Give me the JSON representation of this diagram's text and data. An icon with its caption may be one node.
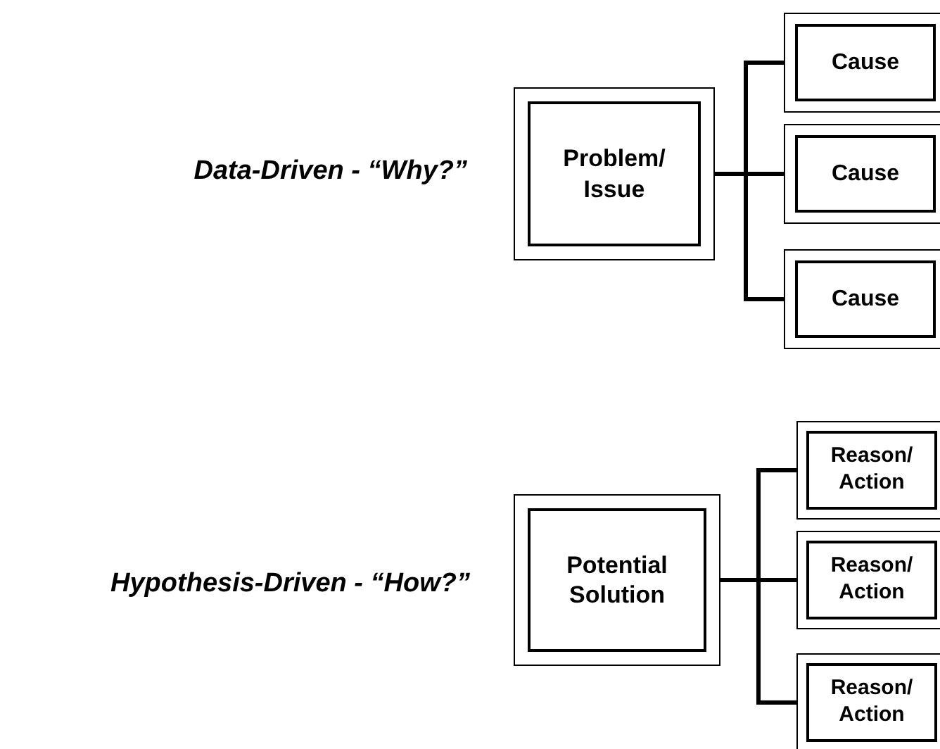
{
  "diagram": {
    "nodes": [
      {
        "text": [
          "Problem/ Issue"
        ]
      },
      {
        "text": [
          "Cause"
        ]
      },
      {
        "text": [
          "Cause"
        ]
      },
      {
        "text": [
          "Cause"
        ]
      },
      {
        "text": [
          "Potential Solution"
        ]
      },
      {
        "text": [
          "Reason/ Action"
        ]
      },
      {
        "text": [
          "Reason/ Action"
        ]
      },
      {
        "text": [
          "Reason/ Action"
        ]
      }
    ],
    "edges": [
      {
        "from": 0,
        "to": 1,
        "arrow": "none"
      },
      {
        "from": 0,
        "to": 2,
        "arrow": "none"
      },
      {
        "from": 0,
        "to": 3,
        "arrow": "none"
      },
      {
        "from": 4,
        "to": 5,
        "arrow": "none"
      },
      {
        "from": 4,
        "to": 6,
        "arrow": "none"
      },
      {
        "from": 4,
        "to": 7,
        "arrow": "none"
      }
    ],
    "labels": [
      "Data-Driven - “Why?”",
      "Hypothesis-Driven - “How?”"
    ]
  }
}
